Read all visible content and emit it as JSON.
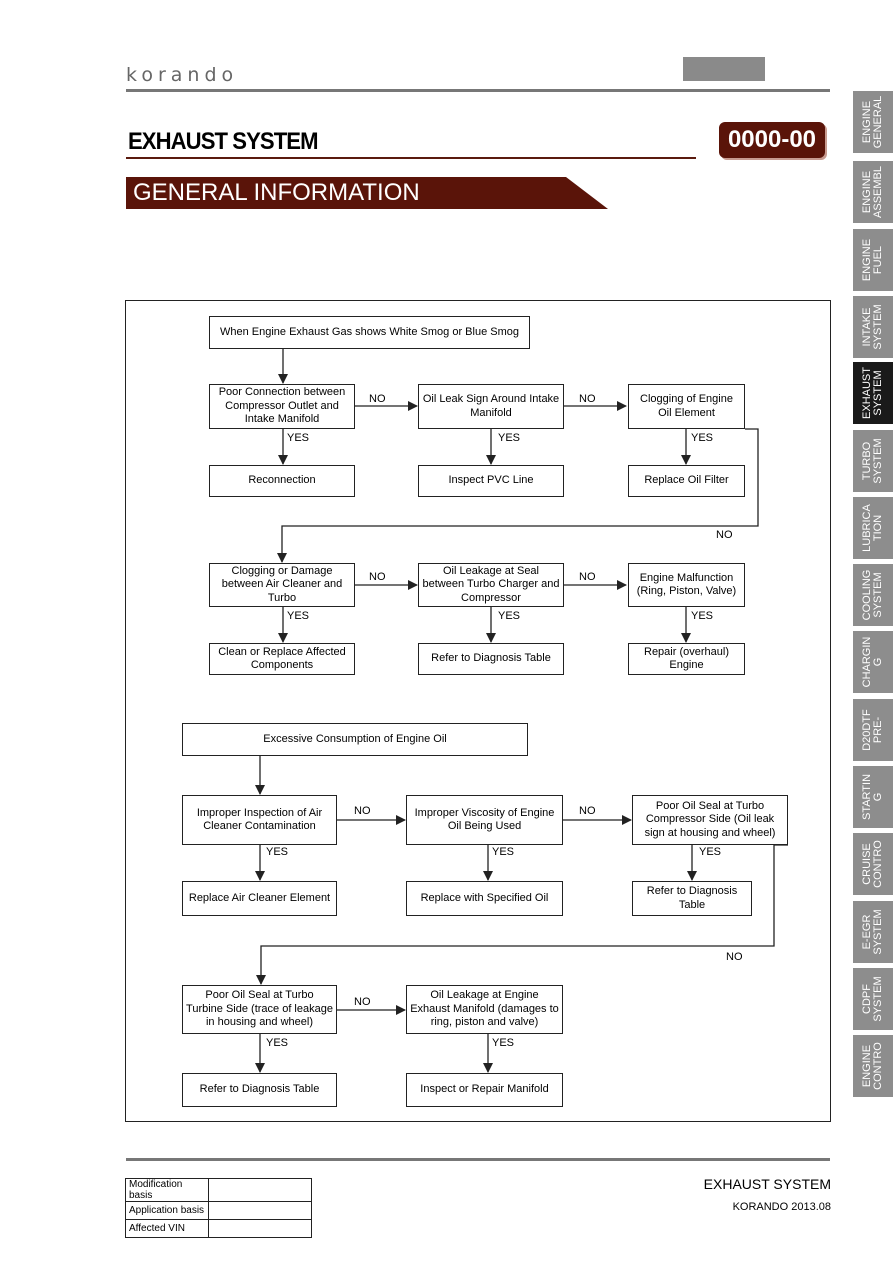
{
  "header": {
    "brand": "korando",
    "section_title": "EXHAUST SYSTEM",
    "code": "0000-00",
    "banner": "GENERAL INFORMATION"
  },
  "side_tabs": [
    {
      "label": "ENGINE\nGENERAL",
      "active": false
    },
    {
      "label": "ENGINE\nASSEMBL",
      "active": false
    },
    {
      "label": "ENGINE\nFUEL",
      "active": false
    },
    {
      "label": "INTAKE\nSYSTEM",
      "active": false
    },
    {
      "label": "EXHAUST\nSYSTEM",
      "active": true
    },
    {
      "label": "TURBO\nSYSTEM",
      "active": false
    },
    {
      "label": "LUBRICA\nTION",
      "active": false
    },
    {
      "label": "COOLING\nSYSTEM",
      "active": false
    },
    {
      "label": "CHARGIN\nG",
      "active": false
    },
    {
      "label": "D20DTF\nPRE-",
      "active": false
    },
    {
      "label": "STARTIN\nG",
      "active": false
    },
    {
      "label": "CRUISE\nCONTRO",
      "active": false
    },
    {
      "label": "E-EGR\nSYSTEM",
      "active": false
    },
    {
      "label": "CDPF\nSYSTEM",
      "active": false
    },
    {
      "label": "ENGINE\nCONTRO",
      "active": false
    }
  ],
  "flow1": {
    "start": "When Engine Exhaust Gas shows White Smog or Blue Smog",
    "row1": [
      {
        "check": "Poor Connection between Compressor Outlet and Intake Manifold",
        "action": "Reconnection"
      },
      {
        "check": "Oil Leak Sign Around Intake Manifold",
        "action": "Inspect PVC Line"
      },
      {
        "check": "Clogging of Engine Oil Element",
        "action": "Replace Oil Filter"
      }
    ],
    "row2": [
      {
        "check": "Clogging or Damage between Air Cleaner and Turbo",
        "action": "Clean or Replace Affected Components"
      },
      {
        "check": "Oil Leakage at Seal between Turbo Charger and Compressor",
        "action": "Refer to Diagnosis Table"
      },
      {
        "check": "Engine Malfunction (Ring, Piston, Valve)",
        "action": "Repair (overhaul) Engine"
      }
    ]
  },
  "flow2": {
    "start": "Excessive Consumption of Engine Oil",
    "row1": [
      {
        "check": "Improper Inspection of Air Cleaner Contamination",
        "action": "Replace Air Cleaner Element"
      },
      {
        "check": "Improper Viscosity of Engine Oil Being Used",
        "action": "Replace with Specified Oil"
      },
      {
        "check": "Poor Oil Seal at Turbo Compressor Side (Oil leak sign at housing and wheel)",
        "action": "Refer to Diagnosis Table"
      }
    ],
    "row2": [
      {
        "check": "Poor Oil Seal at Turbo Turbine Side (trace of leakage in housing and wheel)",
        "action": "Refer to Diagnosis Table"
      },
      {
        "check": "Oil Leakage at Engine Exhaust Manifold (damages to ring, piston and valve)",
        "action": "Inspect or Repair Manifold"
      }
    ]
  },
  "labels": {
    "yes": "YES",
    "no": "NO"
  },
  "footer": {
    "rows": [
      {
        "key": "Modification basis",
        "value": ""
      },
      {
        "key": "Application basis",
        "value": ""
      },
      {
        "key": "Affected VIN",
        "value": ""
      }
    ],
    "section": "EXHAUST SYSTEM",
    "model": "KORANDO 2013.08"
  }
}
